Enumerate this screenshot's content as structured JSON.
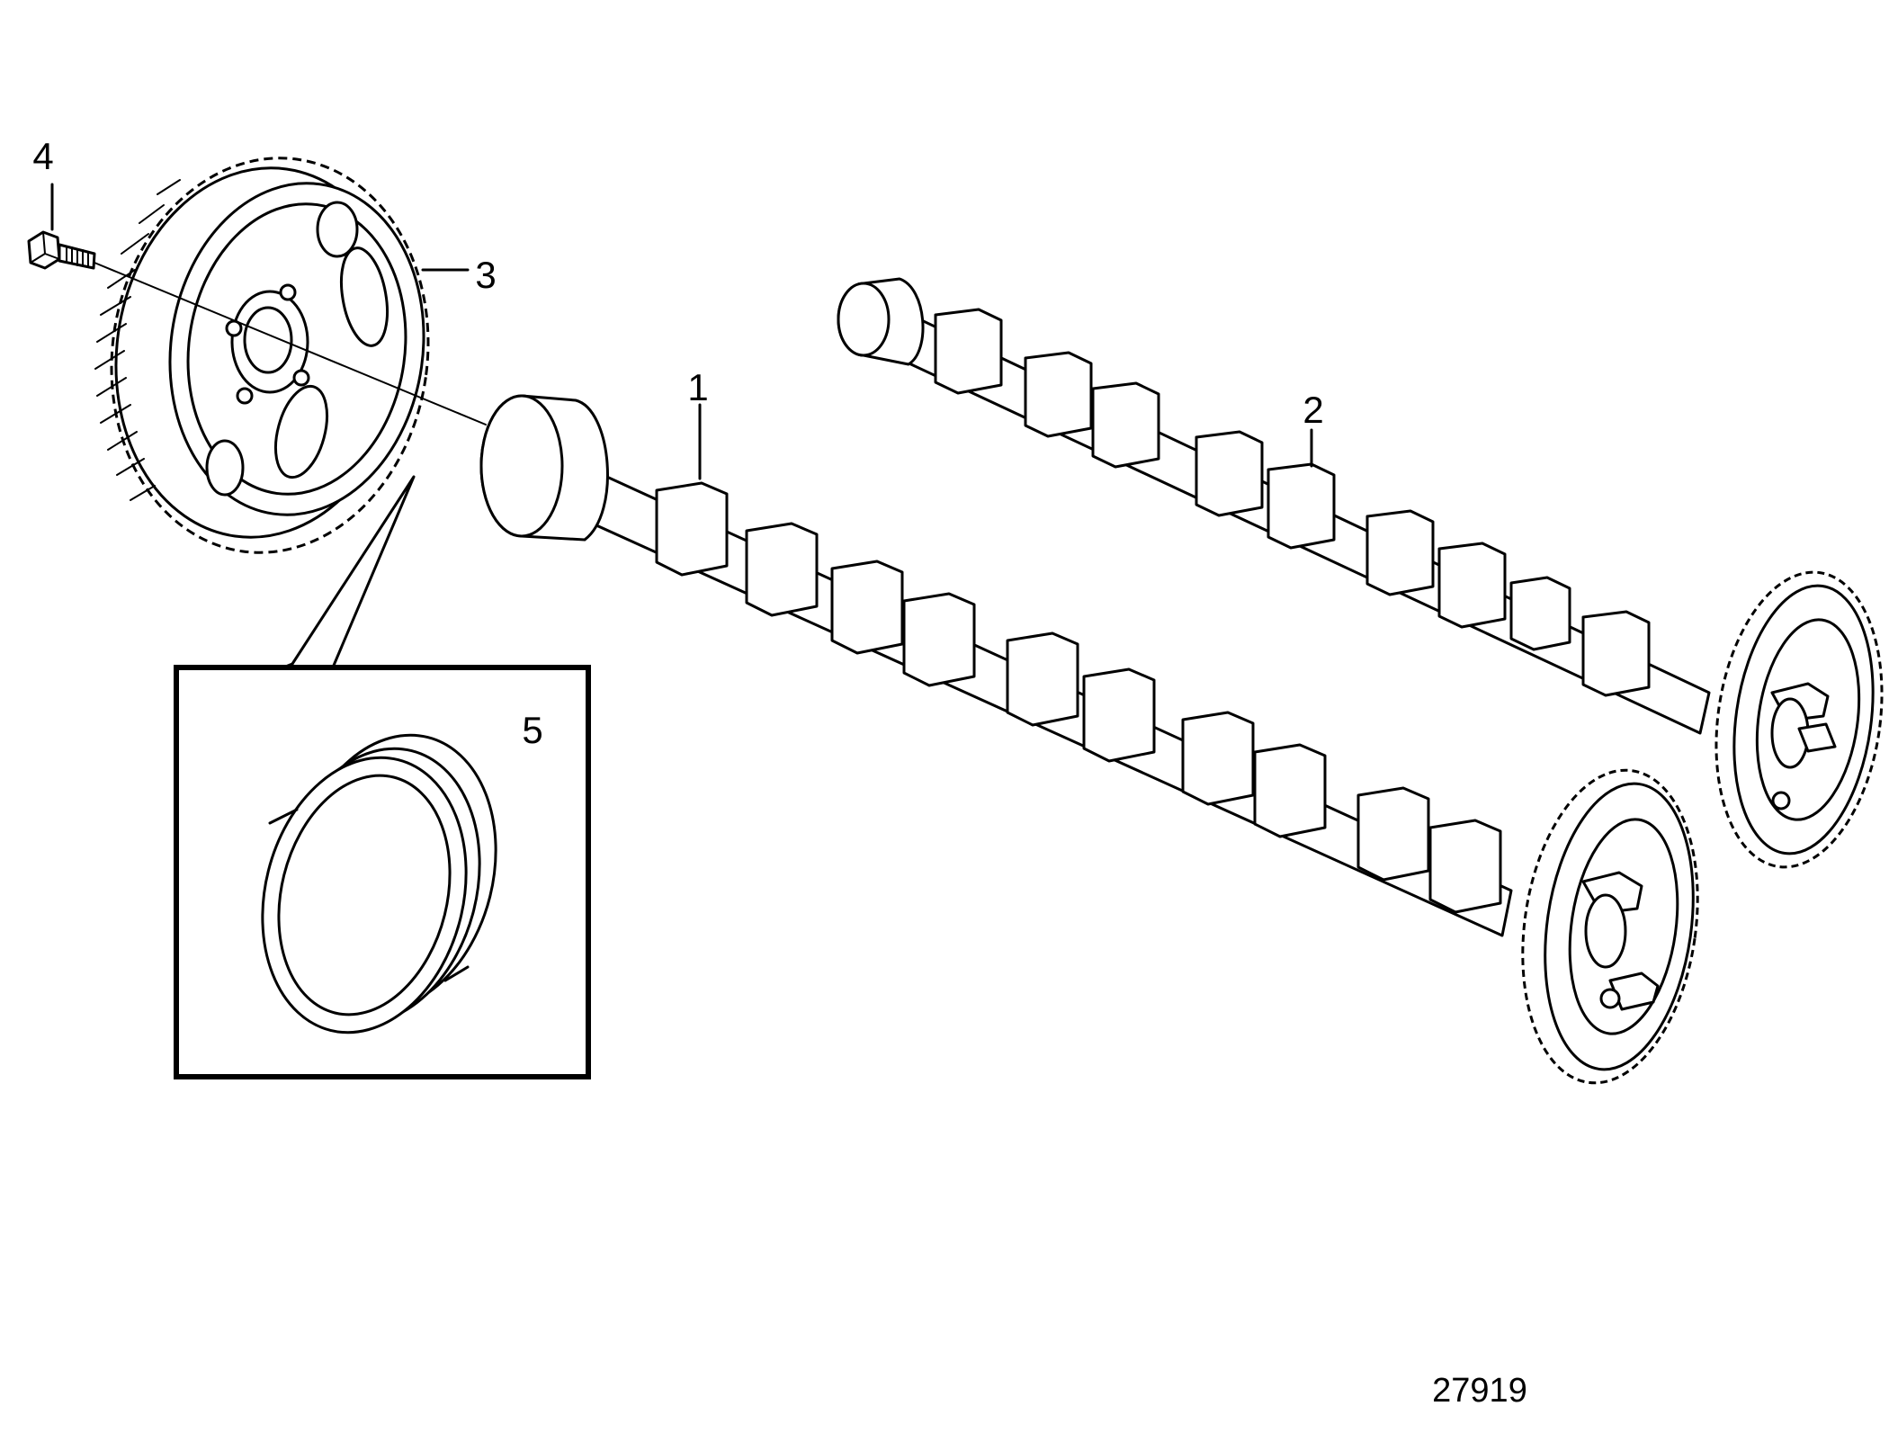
{
  "diagram": {
    "callouts": [
      {
        "id": "1",
        "label": "1"
      },
      {
        "id": "2",
        "label": "2"
      },
      {
        "id": "3",
        "label": "3"
      },
      {
        "id": "4",
        "label": "4"
      },
      {
        "id": "5",
        "label": "5"
      }
    ],
    "document_number": "27919"
  }
}
